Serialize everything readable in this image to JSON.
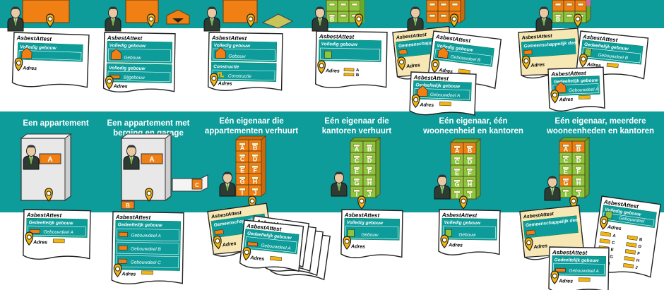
{
  "colors": {
    "teal": "#0d9c9a",
    "orange": "#f07f14",
    "green": "#8cc63f",
    "cream": "#f7e7b4",
    "pin": "#f5b50c"
  },
  "doc": {
    "title": "AsbestAttest",
    "adres": "Adres"
  },
  "top_row": [
    {
      "kind": "Volledig gebouw",
      "parts": [
        "Gebouw"
      ]
    },
    {
      "kind": "Volledig gebouw",
      "parts": [
        "Gebouw",
        "Bijgebouw"
      ],
      "kind2": "Volledig gebouw"
    },
    {
      "kind": "Volledig gebouw",
      "parts": [
        "Gebouw",
        "Constructie"
      ],
      "kind2": "Constructie"
    },
    {
      "kind": "Volledig gebouw",
      "flat_a": "A",
      "flat_b": "B"
    },
    {
      "kind_cream": "Gemeenschappelijk deel",
      "kind_b": "Volledig gebouw",
      "part_b": "Gebouwdeel B",
      "kind_a": "Gedeeltelijk gebouw",
      "part_a": "Gebouwdeel A"
    },
    {
      "kind_cream": "Gemeenschappelijk deel",
      "kind_b": "Gedeeltelijk gebouw",
      "part_b": "Gebouwdeel B",
      "kind_a": "Gedeeltelijk gebouw",
      "part_a": "Gebouwdeel A"
    }
  ],
  "bottom_titles": [
    "Een appartement",
    "Een appartement met berging en garage",
    "Eén eigenaar die appartementen verhuurt",
    "Eén eigenaar die kantoren verhuurt",
    "Eén eigenaar, één wooneenheid en kantoren",
    "Eén eigenaar, meerdere wooneenheden en kantoren"
  ],
  "bottom_row": [
    {
      "kind": "Gedeeltelijk gebouw",
      "part": "Gebouwdeel A",
      "unit": "A"
    },
    {
      "kind": "Gedeeltelijk gebouw",
      "parts": [
        "Gebouwdeel A",
        "Gebouwdeel B",
        "Gebouwdeel C"
      ],
      "unit": "A",
      "unit_b": "B",
      "unit_c": "C"
    },
    {
      "kind_cream": "Gemeenschappelijk deel",
      "kind": "Gedeeltelijk gebouw",
      "part": "Gebouwdeel A"
    },
    {
      "kind": "Volledig gebouw",
      "part": "Gebouw"
    },
    {
      "kind": "Volledig gebouw",
      "part": "Gebouw"
    },
    {
      "kind_cream": "Gemeenschappelijk deel",
      "kind": "Gedeeltelijk gebouw",
      "part": "Gebouwdeel A",
      "kind_full": "Volledig gebouw",
      "part_full": "Gebouwdeel",
      "letters": [
        "A",
        "B",
        "C",
        "D",
        "E",
        "F",
        "G",
        "H",
        "I",
        "J"
      ]
    }
  ],
  "floor_letters": [
    "A",
    "B",
    "C",
    "D",
    "E",
    "F",
    "G",
    "H",
    "I",
    "J"
  ]
}
